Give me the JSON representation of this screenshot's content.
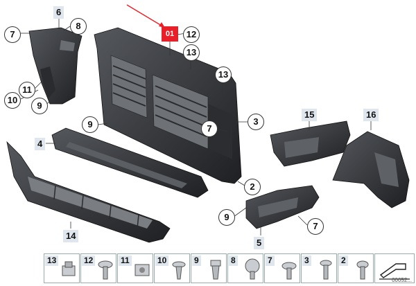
{
  "diagram": {
    "highlight_label": "01",
    "part_numbers": {
      "p6": "6",
      "p7a": "7",
      "p8": "8",
      "p11": "11",
      "p10": "10",
      "p9a": "9",
      "p12": "12",
      "p13a": "13",
      "p13b": "13",
      "p3": "3",
      "p9b": "9",
      "p7b": "7",
      "p4": "4",
      "p15": "15",
      "p16": "16",
      "p2": "2",
      "p14": "14",
      "p9c": "9",
      "p7c": "7",
      "p5": "5"
    },
    "colors": {
      "highlight": "#e8202a",
      "part_fill": "#3a3c40",
      "label_bg": "#dfe6ee"
    }
  },
  "legend": {
    "items": [
      "13",
      "12",
      "11",
      "10",
      "9",
      "8",
      "7",
      "3",
      "2"
    ]
  },
  "doc_number": "00052..."
}
